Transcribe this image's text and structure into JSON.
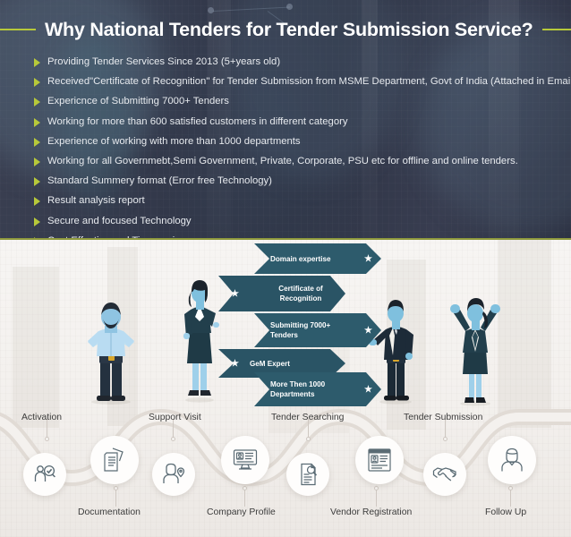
{
  "header": {
    "title": "Why National Tenders for Tender Submission Service?",
    "accent_color": "#b7c93a",
    "background_color": "#343a4c"
  },
  "bullets": [
    "Providing Tender Services Since 2013 (5+years old)",
    "Received\"Certificate of Recognition\" for Tender Submission from MSME Department, Govt of India (Attached in Email)",
    "Expericnce of Submitting 7000+ Tenders",
    "Working for more than 600 satisfied  customers in different category",
    "Experience of working with more than 1000 departments",
    "Working for all Governmebt,Semi Government, Private, Corporate, PSU etc for offline and online tenders.",
    "Standard Summery format (Error free Technology)",
    "Result analysis report",
    "Secure and focused Technology",
    "Cost Effective and Time saving"
  ],
  "chevrons": {
    "color": "#2c5868",
    "star_glyph": "★",
    "items": [
      {
        "label": "Domain expertise"
      },
      {
        "label": "Certificate of Recognition"
      },
      {
        "label": "Submitting 7000+ Tenders"
      },
      {
        "label": "GeM Expert"
      },
      {
        "label": "More Then 1000 Departments"
      }
    ]
  },
  "process": {
    "top_labels": [
      {
        "text": "Activation"
      },
      {
        "text": "Support Visit"
      },
      {
        "text": "Tender Searching"
      },
      {
        "text": "Tender Submission"
      }
    ],
    "bottom_labels": [
      {
        "text": "Documentation"
      },
      {
        "text": "Company Profile"
      },
      {
        "text": "Vendor Registration"
      },
      {
        "text": "Follow Up"
      }
    ],
    "icons": [
      {
        "name": "person-check-icon"
      },
      {
        "name": "documents-icon"
      },
      {
        "name": "person-location-icon"
      },
      {
        "name": "monitor-profile-icon"
      },
      {
        "name": "search-document-icon"
      },
      {
        "name": "registration-form-icon"
      },
      {
        "name": "handshake-icon"
      },
      {
        "name": "person-icon"
      }
    ]
  }
}
